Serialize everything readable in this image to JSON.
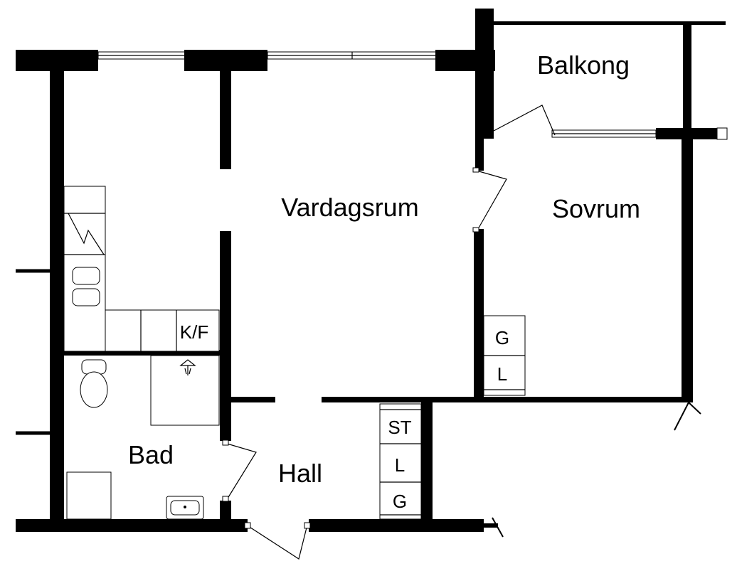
{
  "rooms": {
    "living": "Vardagsrum",
    "bedroom": "Sovrum",
    "balcony": "Balkong",
    "bath": "Bad",
    "hall": "Hall"
  },
  "cabinets": {
    "kitchen_fridge": "K/F",
    "bedroom_closet_1": "G",
    "bedroom_closet_2": "L",
    "hall_closet_1": "ST",
    "hall_closet_2": "L",
    "hall_closet_3": "G"
  }
}
